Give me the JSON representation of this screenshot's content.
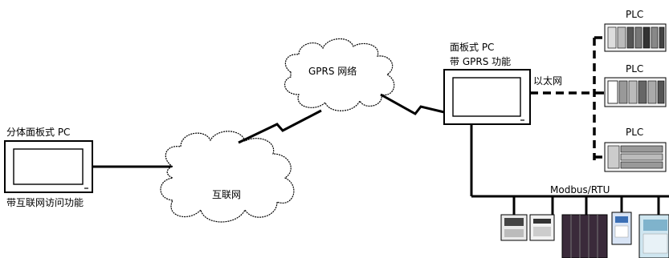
{
  "labels": {
    "split_pc_title": "分体面板式 PC",
    "split_pc_caption": "带互联网访问功能",
    "internet": "互联网",
    "gprs_network": "GPRS 网络",
    "panel_pc_title": "面板式 PC",
    "panel_pc_subtitle": "带 GPRS 功能",
    "ethernet": "以太网",
    "modbus": "Modbus/RTU",
    "plc_1": "PLC",
    "plc_2": "PLC",
    "plc_3": "PLC"
  },
  "colors": {
    "line": "#000000",
    "background": "#ffffff"
  }
}
